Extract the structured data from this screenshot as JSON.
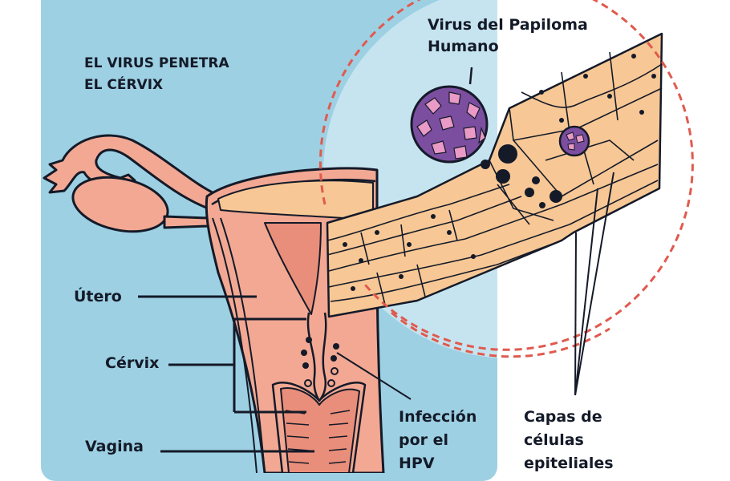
{
  "title": {
    "line1": "EL VIRUS PENETRA",
    "line2": "EL CÉRVIX"
  },
  "labels": {
    "virus_line1": "Virus del Papiloma",
    "virus_line2": "Humano",
    "utero": "Útero",
    "cervix": "Cérvix",
    "vagina": "Vagina",
    "infeccion_line1": "Infección",
    "infeccion_line2": "por el",
    "infeccion_line3": "HPV",
    "capas_line1": "Capas de",
    "capas_line2": "células",
    "capas_line3": "epiteliales"
  },
  "colors": {
    "panel_blue": "#9dd0e3",
    "light_blue": "#c6e4ef",
    "tissue_pink": "#f2a893",
    "tissue_dark": "#e98e7a",
    "epithelium": "#f7c795",
    "virus_purple": "#7c4ea0",
    "virus_pink": "#e99ac6",
    "zoom_circle": "#e05a4e",
    "ink": "#141a28"
  }
}
